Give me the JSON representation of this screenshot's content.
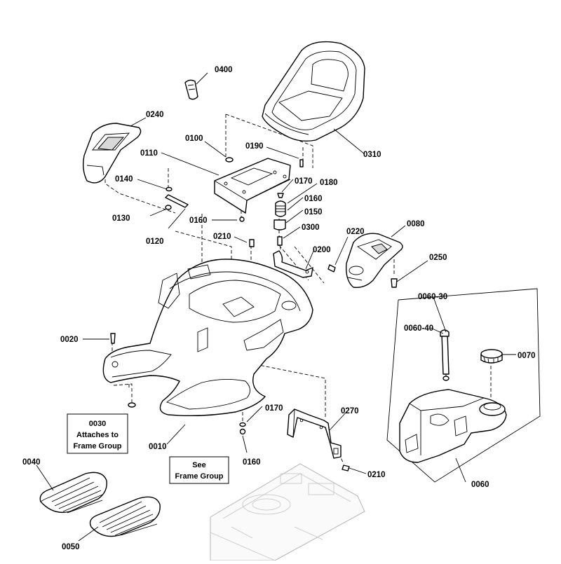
{
  "diagram": {
    "callouts": {
      "c0400": "0400",
      "c0240": "0240",
      "c0100": "0100",
      "c0110": "0110",
      "c0190": "0190",
      "c0310": "0310",
      "c0140": "0140",
      "c0170a": "0170",
      "c0180": "0180",
      "c0160a": "0160",
      "c0130": "0130",
      "c0150": "0150",
      "c0160b": "0160",
      "c0300": "0300",
      "c0120": "0120",
      "c0210a": "0210",
      "c0220": "0220",
      "c0080": "0080",
      "c0200": "0200",
      "c0250": "0250",
      "c0060_30": "0060-30",
      "c0060_40": "0060-40",
      "c0070": "0070",
      "c0020": "0020",
      "c0030": "0030",
      "c0170b": "0170",
      "c0270": "0270",
      "c0010": "0010",
      "c0160c": "0160",
      "c0210b": "0210",
      "c0060": "0060",
      "c0040": "0040",
      "c0050": "0050"
    },
    "notes": {
      "attaches_line1": "Attaches to",
      "attaches_line2": "Frame Group",
      "see_line1": "See",
      "see_line2": "Frame Group"
    }
  }
}
